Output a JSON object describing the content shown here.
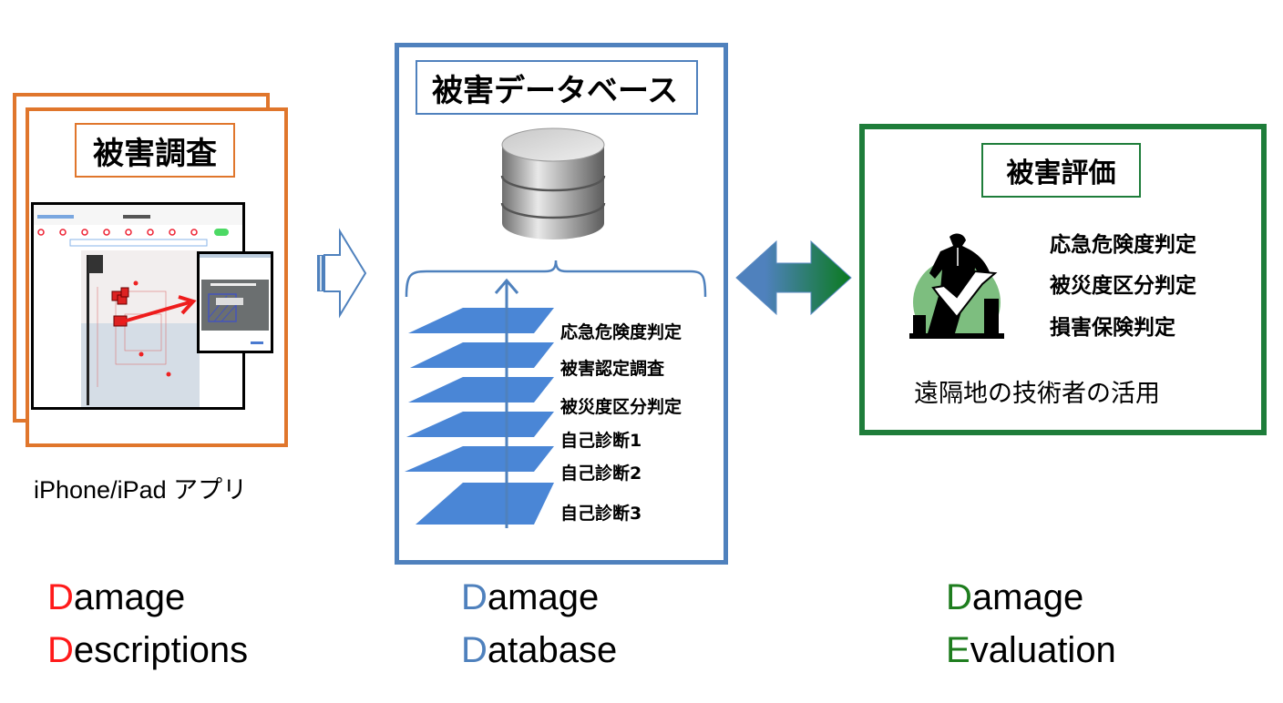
{
  "survey": {
    "title": "被害調査",
    "caption": "iPhone/iPad アプリ",
    "frame_color": "#E0762C",
    "acronym": [
      {
        "initial": "D",
        "rest": "amage"
      },
      {
        "initial": "D",
        "rest": "escriptions"
      }
    ],
    "accent": "#FF0000"
  },
  "database": {
    "title": "被害データベース",
    "frame_color": "#4F81BD",
    "layers": [
      "応急危険度判定",
      "被害認定調査",
      "被災度区分判定",
      "自己診断1",
      "自己診断2",
      "自己診断3"
    ],
    "acronym": [
      {
        "initial": "D",
        "rest": "amage"
      },
      {
        "initial": "D",
        "rest": "atabase"
      }
    ],
    "accent": "#4F81BD"
  },
  "evaluation": {
    "title": "被害評価",
    "frame_color": "#1E7D3A",
    "items": [
      "応急危険度判定",
      "被災度区分判定",
      "損害保険判定"
    ],
    "note": "遠隔地の技術者の活用",
    "acronym": [
      {
        "initial": "D",
        "rest": "amage"
      },
      {
        "initial": "E",
        "rest": "valuation"
      }
    ],
    "accent": "#1E7D1E"
  }
}
